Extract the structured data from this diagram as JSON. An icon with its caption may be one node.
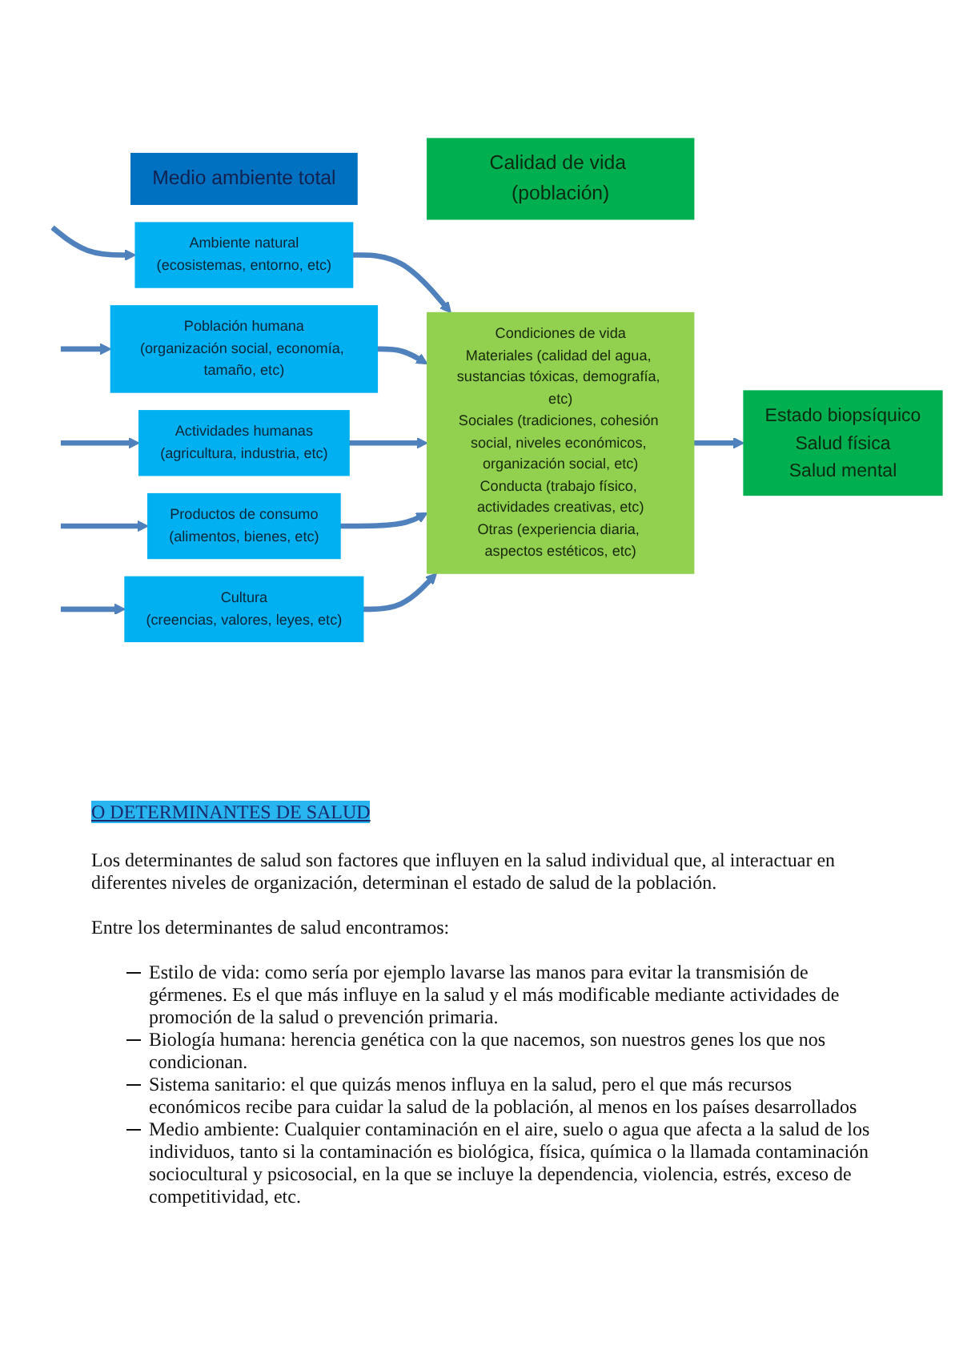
{
  "diagram": {
    "nodes": [
      {
        "text": [
          "Medio ambiente total"
        ]
      },
      {
        "text": [
          "Calidad de vida (población)"
        ]
      },
      {
        "text": [
          "Ambiente natural",
          "(ecosistemas, entorno, etc)"
        ]
      },
      {
        "text": [
          "Población humana",
          "(organización social, economía, tamaño, etc)"
        ]
      },
      {
        "text": [
          "Actividades humanas",
          "(agricultura, industria, etc)"
        ]
      },
      {
        "text": [
          "Productos de consumo",
          "(alimentos, bienes, etc)"
        ]
      },
      {
        "text": [
          "Cultura",
          "(creencias, valores, leyes, etc)"
        ]
      },
      {
        "text": [
          "Condiciones de vida",
          "Materiales (calidad del agua, sustancias tóxicas, demografía, etc)",
          "Sociales (tradiciones, cohesión social, niveles económicos, organización social, etc)",
          "Conducta (trabajo físico, actividades creativas, etc)",
          "Otras (experiencia diaria, aspectos estéticos, etc)"
        ]
      },
      {
        "text": [
          "Estado biopsíquico",
          "Salud física",
          "Salud mental"
        ]
      }
    ],
    "edges": [
      {
        "from": null,
        "to": 2,
        "arrow": "to"
      },
      {
        "from": null,
        "to": 3,
        "arrow": "to"
      },
      {
        "from": null,
        "to": 4,
        "arrow": "to"
      },
      {
        "from": null,
        "to": 5,
        "arrow": "to"
      },
      {
        "from": null,
        "to": 6,
        "arrow": "to"
      },
      {
        "from": 2,
        "to": 7,
        "arrow": "to"
      },
      {
        "from": 3,
        "to": 7,
        "arrow": "to"
      },
      {
        "from": 4,
        "to": 7,
        "arrow": "to"
      },
      {
        "from": 5,
        "to": 7,
        "arrow": "to"
      },
      {
        "from": 6,
        "to": 7,
        "arrow": "to"
      },
      {
        "from": 7,
        "to": 8,
        "arrow": "to"
      }
    ],
    "labels": [
      "O DETERMINANTES DE SALUD",
      "Los determinantes de salud son factores que influyen en la salud individual que, al interactuar en diferentes niveles de organización, determinan el estado de salud de la población.",
      "Entre los determinantes de salud encontramos:",
      "Estilo de vida: como sería por ejemplo lavarse las manos para evitar la transmisión de gérmenes. Es el que más influye en la salud y el más modificable mediante actividades de promoción de la salud o prevención primaria.",
      "Biología humana: herencia genética con la que nacemos, son nuestros genes los que nos condicionan.",
      "Sistema sanitario: el que quizás menos influya en la salud, pero el que más recursos económicos recibe para cuidar la salud de la población, al menos en los países desarrollados",
      "Medio ambiente: Cualquier contaminación en el aire, suelo o agua que afecta a la salud de los individuos, tanto si la contaminación es biológica, física, química o la llamada contaminación sociocultural y psicosocial, en la que se incluye la dependencia, violencia, estrés, exceso de competitividad, etc."
    ]
  }
}
